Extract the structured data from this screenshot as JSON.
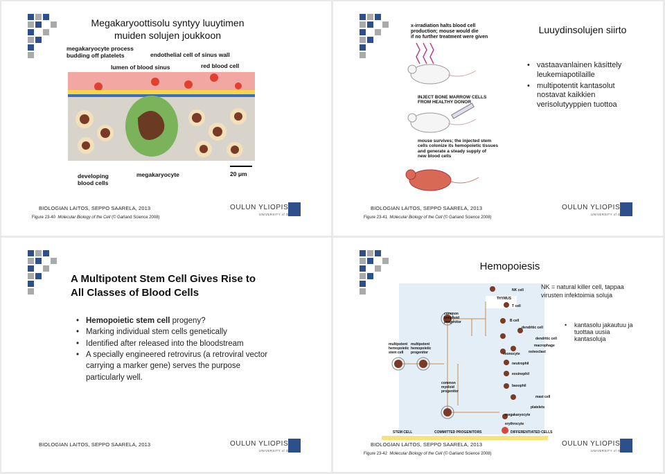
{
  "footer": {
    "institution": "BIOLOGIAN LAITOS, SEPPO SAARELA, 2013",
    "university": "OULUN YLIOPISTO",
    "university_sub": "UNIVERSITY of OULU"
  },
  "slide1": {
    "title": "Megakaryoottisolu syntyy luuytimen muiden solujen joukkoon",
    "labels": {
      "process": "megakaryocyte process\nbudding off platelets",
      "endothelial": "endothelial cell of sinus wall",
      "lumen": "lumen of blood sinus",
      "rbc": "red blood cell",
      "developing": "developing\nblood cells",
      "megakaryocyte": "megakaryocyte",
      "scale": "20 μm"
    },
    "caption_num": "Figure 23-40",
    "caption_book": "Molecular Biology of the Cell",
    "caption_tail": "(© Garland Science 2008)"
  },
  "slide2": {
    "title": "Luuydinsolujen siirto",
    "bullets": [
      "vastaavanlainen käsittely leukemiapotilaille",
      "multipotentit kantasolut nostavat kaikkien verisolutyyppien tuottoa"
    ],
    "labels": {
      "xray": "x-irradiation halts blood cell\nproduction; mouse would die\nif no further treatment were given",
      "inject": "INJECT BONE MARROW CELLS\nFROM HEALTHY DONOR",
      "survive": "mouse survives; the injected stem\ncells colonize its hemopoietic tissues\nand generate a steady supply of\nnew blood cells"
    },
    "caption_num": "Figure 23-41",
    "caption_book": "Molecular Biology of the Cell",
    "caption_tail": "(© Garland Science 2008)"
  },
  "slide3": {
    "title": "A Multipotent Stem Cell Gives Rise to All Classes of Blood Cells",
    "bullets": [
      {
        "bold": "Hemopoietic stem cell",
        "rest": " progeny?"
      },
      {
        "bold": "",
        "rest": "Marking individual stem cells genetically"
      },
      {
        "bold": "",
        "rest": "Identified after released into the bloodstream"
      },
      {
        "bold": "",
        "rest": "A specially engineered retrovirus (a retroviral vector carrying a marker gene) serves the purpose particularly well."
      }
    ]
  },
  "slide4": {
    "title": "Hemopoiesis",
    "nk_note": "NK = natural killer cell, tappaa virusten infektoimia soluja",
    "bullet": "kantasolu jakautuu ja tuottaa uusia kantasoluja",
    "labels": {
      "nk": "NK cell",
      "thymus": "THYMUS",
      "tcell": "T cell",
      "bcell": "B cell",
      "lymphoid": "common\nlymphoid\nprogenitor",
      "dendritic1": "dendritic cell",
      "dendritic2": "dendritic cell",
      "macrophage": "macrophage",
      "osteoclast": "osteoclast",
      "monocyte": "monocyte",
      "neutrophil": "neutrophil",
      "eosinophil": "eosinophil",
      "basophil": "basophil",
      "mast": "mast cell",
      "platelets": "platelets",
      "megakaryocyte": "megakaryocyte",
      "erythrocyte": "erythrocyte",
      "stem": "multipotent\nhemopoietic\nstem cell",
      "progenitor": "multipotent\nhemopoietic\nprogenitor",
      "myeloid": "common\nmyeloid\nprogenitor",
      "bar_stem": "STEM CELL",
      "bar_committed": "COMMITTED PROGENITORS",
      "bar_diff": "DIFFERENTIATED CELLS"
    },
    "caption_num": "Figure 23-42",
    "caption_book": "Molecular Biology of the Cell",
    "caption_tail": "(© Garland Science 2008)"
  }
}
